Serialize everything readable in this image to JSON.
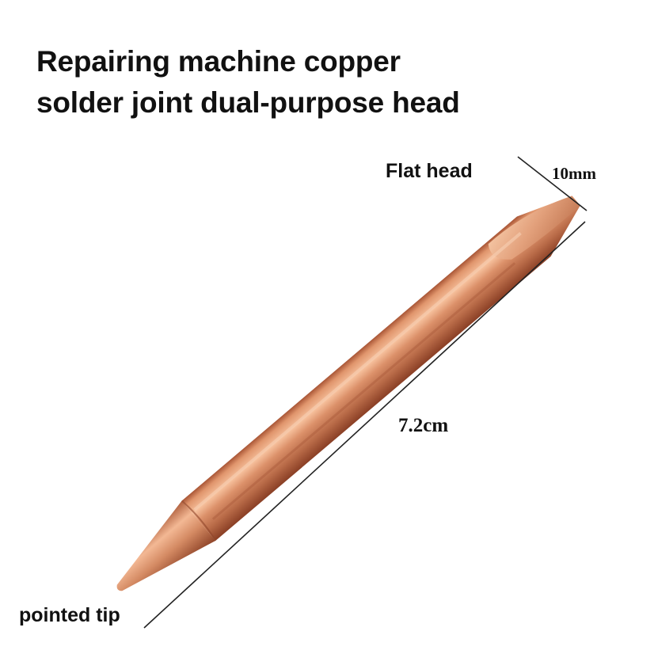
{
  "title": {
    "line1": "Repairing machine copper",
    "line2": "solder joint dual-purpose head"
  },
  "labels": {
    "flat_head": "Flat head",
    "pointed_tip": "pointed tip"
  },
  "dimensions": {
    "width": "10mm",
    "length": "7.2cm"
  },
  "colors": {
    "copper_light": "#f2b590",
    "copper_mid": "#d58460",
    "copper_dark": "#9a4a2c",
    "line": "#222222"
  }
}
